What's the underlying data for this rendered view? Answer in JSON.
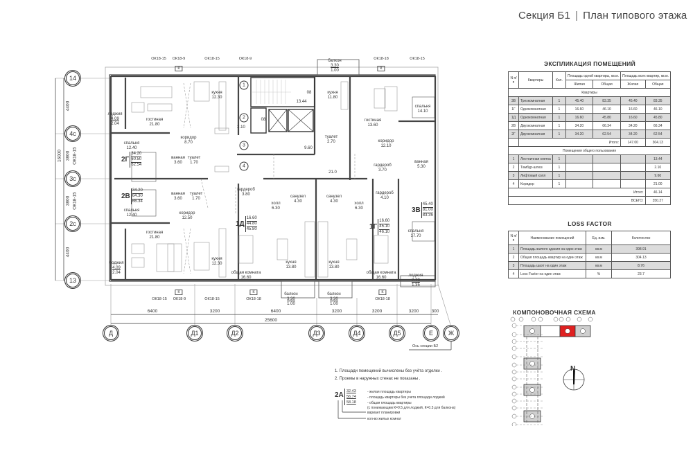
{
  "header": {
    "section": "Секция Б1",
    "separator": "|",
    "title": "План типового этажа"
  },
  "plan": {
    "axes_left": [
      "14",
      "4с",
      "3с",
      "2с",
      "13"
    ],
    "axes_bottom": [
      "Д",
      "Д1",
      "Д2",
      "Д3",
      "Д4",
      "Д5",
      "Е",
      "Ж"
    ],
    "dims_bottom": [
      "6400",
      "3200",
      "6400",
      "3200",
      "3200",
      "3200",
      "300"
    ],
    "dim_total_bottom": "25600",
    "dims_left": [
      "4400",
      "3800",
      "3800",
      "4400"
    ],
    "dim_total_left": "16000",
    "left_window_labels": [
      "ОК18-15",
      "ОК18-15"
    ],
    "section_axis_note": "Ось секции Б2",
    "windows_top": [
      "ОК18-15",
      "ОК18-9",
      "ОК18-15",
      "ОК18-9",
      "ОК18-18",
      "ОК18-15"
    ],
    "windows_bottom": [
      "ОК18-15",
      "ОК18-9",
      "ОК18-15",
      "ОК18-18",
      "ОК18-18"
    ],
    "k_mark": "К",
    "rooms": [
      {
        "name": "лоджия",
        "area": "4.09",
        "area2": "2.04"
      },
      {
        "name": "гостиная",
        "area": "21.80"
      },
      {
        "name": "кухня",
        "area": "12.30"
      },
      {
        "name": "коридор",
        "area": "8.70"
      },
      {
        "name": "спальня",
        "area": "12.40"
      },
      {
        "name": "ванная",
        "area": "3.60"
      },
      {
        "name": "туалет",
        "area": "1.70"
      },
      {
        "name": "ванная",
        "area": "3.60"
      },
      {
        "name": "туалет",
        "area": "1.70"
      },
      {
        "name": "спальня",
        "area": "12.40"
      },
      {
        "name": "коридор",
        "area": "12.50"
      },
      {
        "name": "гостиная",
        "area": "21.80"
      },
      {
        "name": "лоджия",
        "area": "4.09",
        "area2": "2.04"
      },
      {
        "name": "кухня",
        "area": "12.30"
      },
      {
        "name": "балкон",
        "area": "3.30",
        "area2": "1.00"
      },
      {
        "name": "",
        "area": "13.44"
      },
      {
        "name": "",
        "area": "2.10"
      },
      {
        "name": "",
        "area": "9.60"
      },
      {
        "name": "",
        "area": "21.0"
      },
      {
        "name": "кухня",
        "area": "11.80"
      },
      {
        "name": "туалет",
        "area": "2.70"
      },
      {
        "name": "гостиная",
        "area": "13.60"
      },
      {
        "name": "спальня",
        "area": "14.10"
      },
      {
        "name": "коридор",
        "area": "12.10"
      },
      {
        "name": "гардероб",
        "area": "3.70"
      },
      {
        "name": "ванная",
        "area": "5.30"
      },
      {
        "name": "гардероб",
        "area": "3.80"
      },
      {
        "name": "холл",
        "area": "6.30"
      },
      {
        "name": "санузел",
        "area": "4.30"
      },
      {
        "name": "санузел",
        "area": "4.30"
      },
      {
        "name": "холл",
        "area": "6.30"
      },
      {
        "name": "гардероб",
        "area": "4.10"
      },
      {
        "name": "спальня",
        "area": "17.70"
      },
      {
        "name": "общая комната",
        "area": "16.60"
      },
      {
        "name": "кухня",
        "area": "13.80"
      },
      {
        "name": "кухня",
        "area": "13.80"
      },
      {
        "name": "общая комната",
        "area": "16.60"
      },
      {
        "name": "лоджия",
        "area": "2.70",
        "area2": "1.35"
      },
      {
        "name": "балкон",
        "area": "3.30",
        "area2": "1.00"
      },
      {
        "name": "балкон",
        "area": "3.30",
        "area2": "1.00"
      }
    ],
    "shaft_marks": [
      "08",
      "08"
    ],
    "apartments": [
      {
        "code": "2Г",
        "v1": "34.20",
        "v2": "60.50",
        "v3": "62.54"
      },
      {
        "code": "2В",
        "v1": "34.20",
        "v2": "64.30",
        "v3": "66.34"
      },
      {
        "code": "1Д",
        "v1": "16.60",
        "v2": "44.80",
        "v3": "45.80"
      },
      {
        "code": "1Г",
        "v1": "16.60",
        "v2": "45.10",
        "v3": "46.10"
      },
      {
        "code": "3В",
        "v1": "45.40",
        "v2": "81.00",
        "v3": "83.35"
      }
    ],
    "common_numbers": [
      "1",
      "2",
      "3",
      "4"
    ]
  },
  "explication": {
    "title": "ЭКСПЛИКАЦИЯ ПОМЕЩЕНИЙ",
    "headers": {
      "num": "N п/п",
      "apt": "Квартиры",
      "qty": "Кол.",
      "area_one": "Площадь одной квартиры, кв.м.",
      "area_all": "Площадь всех квартир, кв.м.",
      "living": "Жилая",
      "total": "Общая"
    },
    "section_apartments": "Квартиры",
    "rows": [
      [
        "3В",
        "Трехкомнатная",
        "1",
        "45.40",
        "83.35",
        "45.40",
        "83.35"
      ],
      [
        "1Г",
        "Однокомнатная",
        "1",
        "16.60",
        "46.10",
        "16.60",
        "46.10"
      ],
      [
        "1Д",
        "Однокомнатная",
        "1",
        "16.60",
        "45.80",
        "16.60",
        "45.80"
      ],
      [
        "2В",
        "Двухкомнатная",
        "1",
        "34.20",
        "66.34",
        "34.20",
        "66.34"
      ],
      [
        "2Г",
        "Двухкомнатная",
        "1",
        "34.20",
        "62.54",
        "34.20",
        "62.54"
      ]
    ],
    "subtotal_label": "Итого:",
    "subtotal_living": "147.00",
    "subtotal_total": "304.13",
    "section_common": "Помещения общего пользования",
    "common_rows": [
      [
        "1",
        "Лестничная клетка",
        "1",
        "13.44"
      ],
      [
        "2",
        "Тамбур-шлюз",
        "1",
        "2.10"
      ],
      [
        "3",
        "Лифтовый холл",
        "1",
        "9.60"
      ],
      [
        "4",
        "Коридор",
        "1",
        "21.00"
      ]
    ],
    "common_total_label": "Итого:",
    "common_total": "46.14",
    "grand_total_label": "ВСЕГО:",
    "grand_total": "350.27"
  },
  "loss_factor": {
    "title": "LOSS FACTOR",
    "headers": [
      "N п/п",
      "Наименование помещений",
      "Ед. изм.",
      "Количество"
    ],
    "rows": [
      [
        "1",
        "Площадь жилого здания на один этаж",
        "кв.м",
        "398.91"
      ],
      [
        "2",
        "Общая площадь квартир на один этаж",
        "кв.м",
        "304.13"
      ],
      [
        "3",
        "Площадь шахт на один этаж",
        "кв.м",
        "8.76"
      ],
      [
        "4",
        "Loss Factor на один этаж",
        "%",
        "23.7"
      ]
    ]
  },
  "notes": [
    "1. Площади помещений вычислены без учёта отделки .",
    "2. Проемы в наружных стенах не показаны ."
  ],
  "legend": {
    "code": "2А",
    "v1": "32.43",
    "v2": "56.74",
    "v3": "58.18",
    "items": [
      "- жилая площадь квартиры",
      "- площадь квартиры без учета площади лоджий",
      "- общая площадь квартиры",
      "(с понижающим К=0.5 для лоджий, К=0.3 для балкона)",
      "вариант планировки",
      "кол-во жилых комнат"
    ]
  },
  "scheme": {
    "title": "КОМПОНОВОЧНАЯ СХЕМА",
    "compass": "N",
    "highlight_color": "#e02020",
    "block_color": "#cfcfcf"
  }
}
